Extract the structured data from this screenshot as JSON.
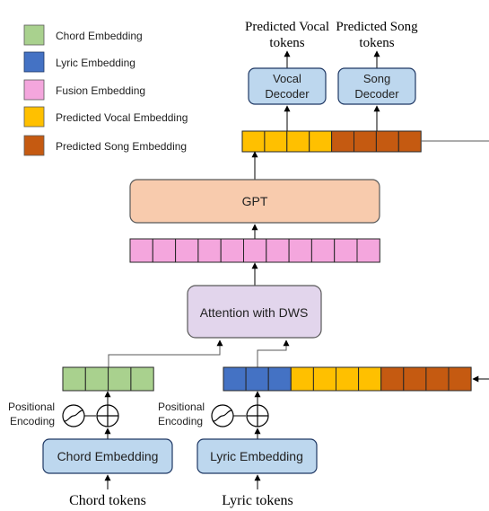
{
  "colors": {
    "chord": "#a9d18e",
    "lyric": "#4472c4",
    "fusion": "#f4a6dd",
    "vocal": "#ffc000",
    "song": "#c55a11",
    "decoder_fill": "#bdd7ee",
    "decoder_stroke": "#1f3864",
    "gpt_fill": "#f8cbad",
    "gpt_stroke": "#595959",
    "attention_fill": "#e2d5ec",
    "attention_stroke": "#595959",
    "embed_fill": "#bdd7ee",
    "embed_stroke": "#1f3864",
    "line": "#595959"
  },
  "legend": [
    {
      "label": "Chord Embedding",
      "color_key": "chord"
    },
    {
      "label": "Lyric Embedding",
      "color_key": "lyric"
    },
    {
      "label": "Fusion Embedding",
      "color_key": "fusion"
    },
    {
      "label": "Predicted Vocal Embedding",
      "color_key": "vocal"
    },
    {
      "label": "Predicted Song Embedding",
      "color_key": "song"
    }
  ],
  "outputs": {
    "vocal_tokens_line1": "Predicted Vocal",
    "vocal_tokens_line2": "tokens",
    "song_tokens_line1": "Predicted Song",
    "song_tokens_line2": "tokens"
  },
  "decoders": {
    "vocal_line1": "Vocal",
    "vocal_line2": "Decoder",
    "song_line1": "Song",
    "song_line2": "Decoder"
  },
  "gpt_label": "GPT",
  "attention_label": "Attention with DWS",
  "positional": {
    "chord_line1": "Positional",
    "chord_line2": "Encoding",
    "lyric_line1": "Positional",
    "lyric_line2": "Encoding"
  },
  "embeddings": {
    "chord_label": "Chord Embedding",
    "lyric_label": "Lyric Embedding"
  },
  "inputs": {
    "chord_tokens": "Chord tokens",
    "lyric_tokens": "Lyric tokens"
  },
  "sequences": {
    "output_vocal_cells": 4,
    "output_song_cells": 4,
    "fusion_cells": 11,
    "chord_cells": 4,
    "lyric_lyric_cells": 3,
    "lyric_vocal_cells": 4,
    "lyric_song_cells": 4
  }
}
